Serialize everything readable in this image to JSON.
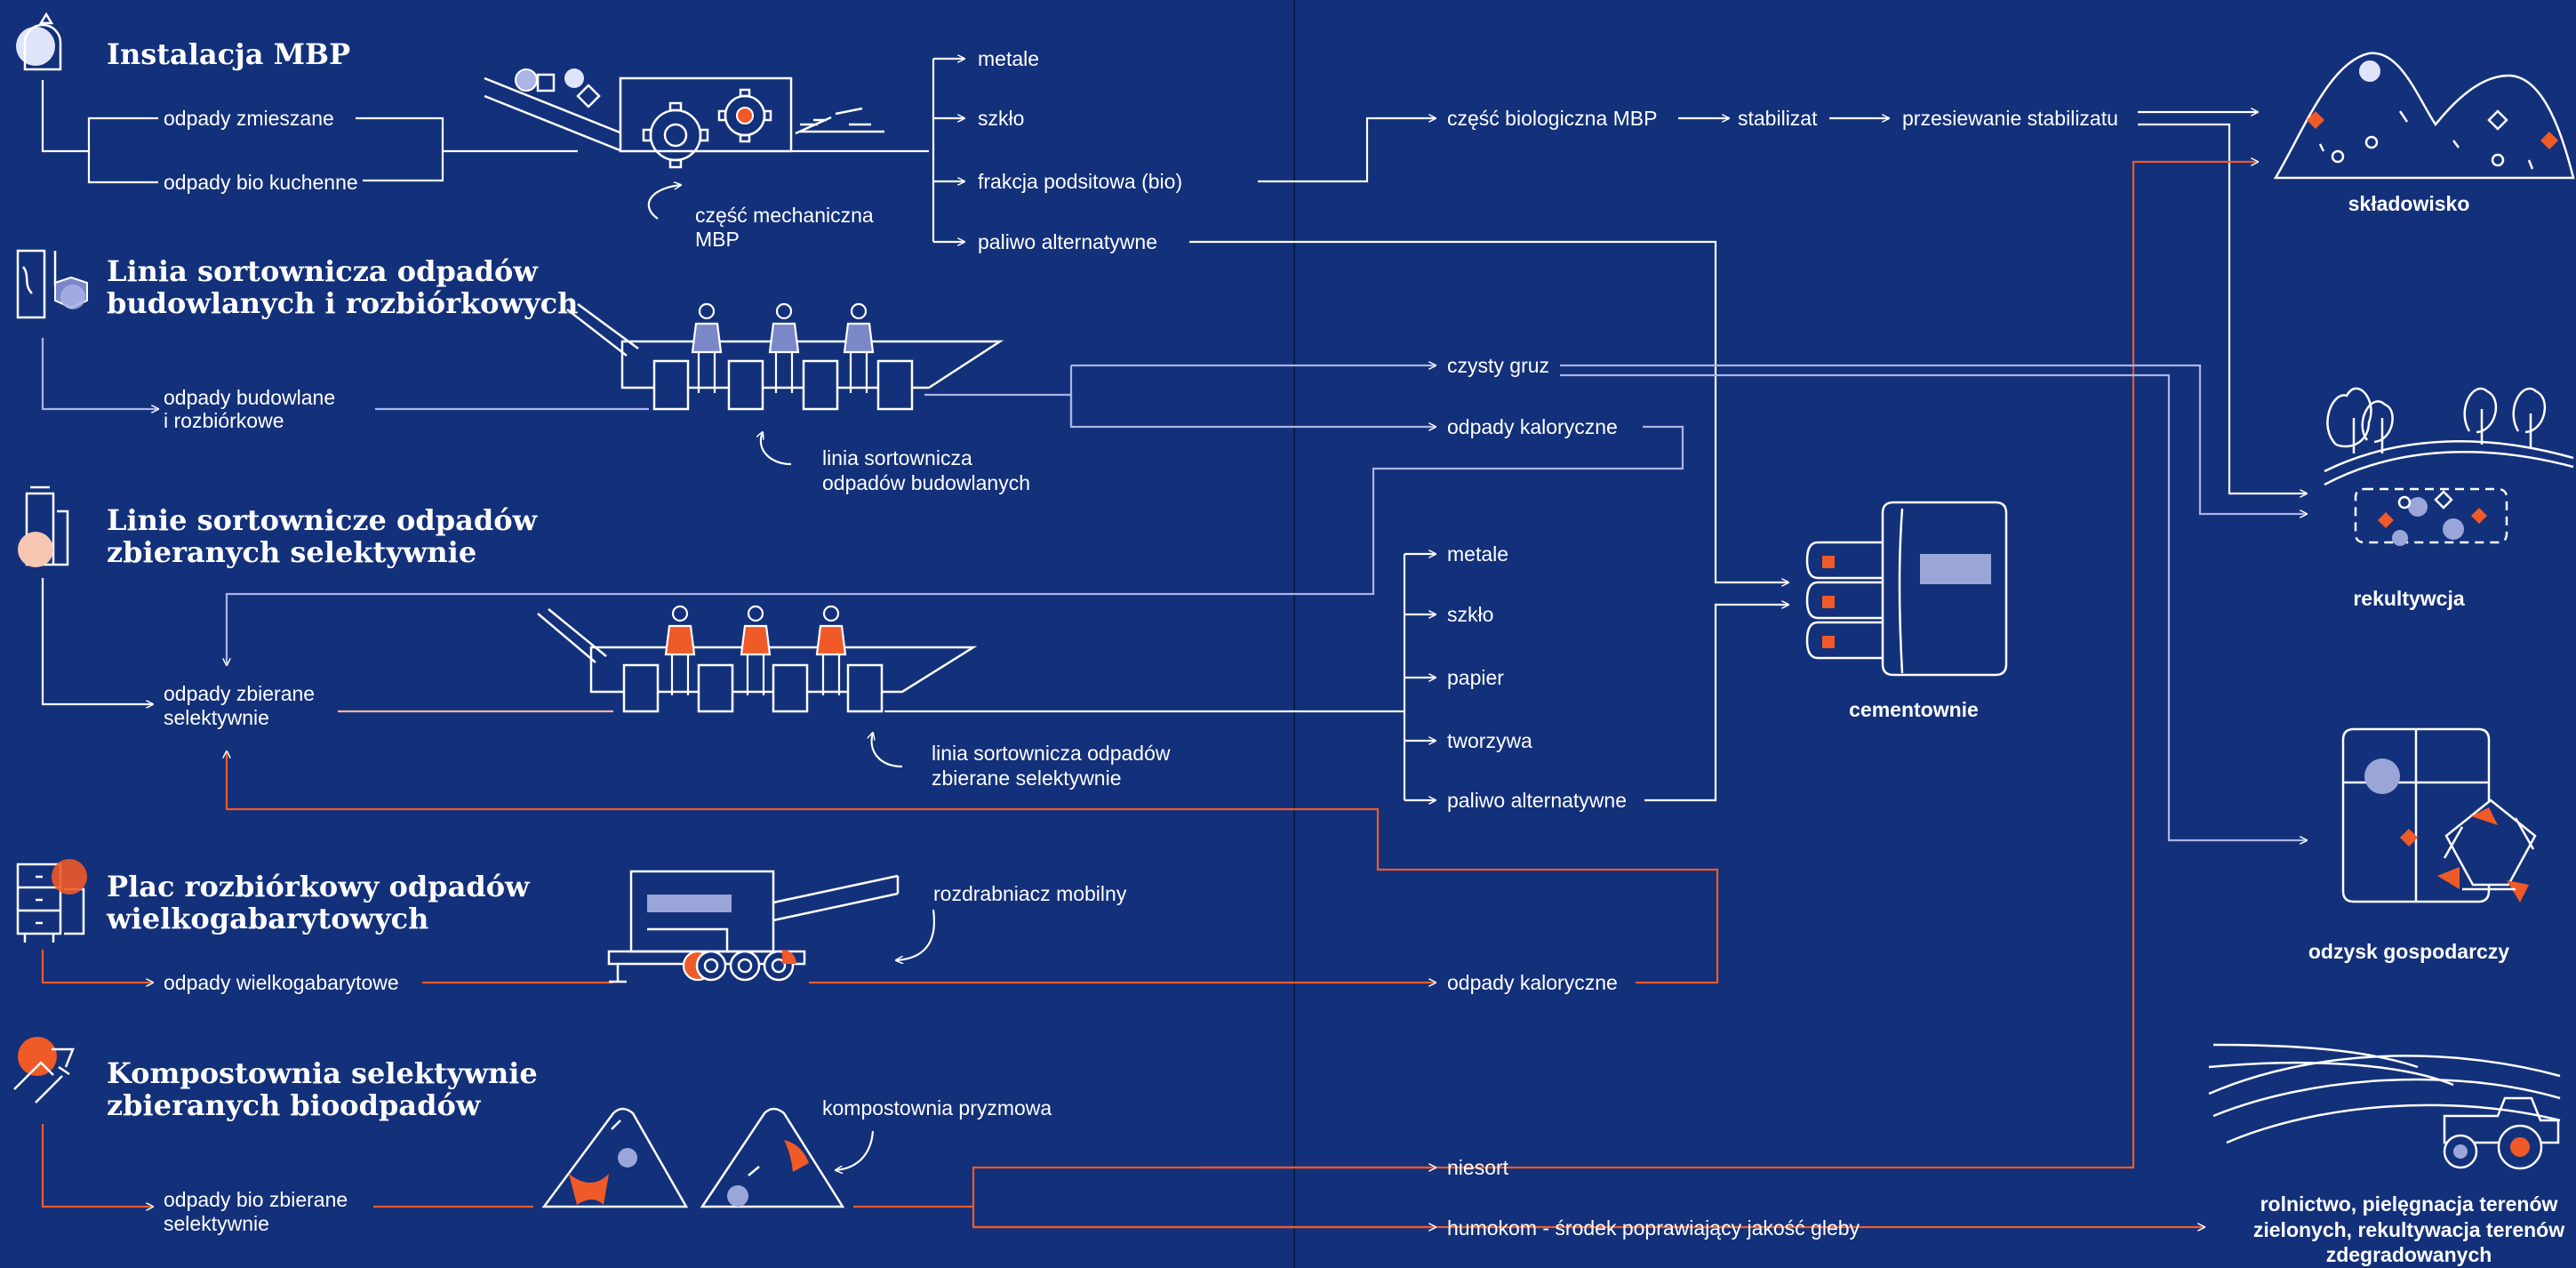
{
  "sections": {
    "mbp": {
      "title": "Instalacja MBP",
      "inputs": [
        "odpady zmieszane",
        "odpady bio kuchenne"
      ],
      "machine_label": [
        "część mechaniczna",
        "MBP"
      ],
      "outputs": [
        "metale",
        "szkło",
        "frakcja podsitowa (bio)",
        "paliwo alternatywne"
      ],
      "bio_chain": [
        "część biologiczna MBP",
        "stabilizat",
        "przesiewanie stabilizatu"
      ]
    },
    "construction": {
      "title": [
        "Linia sortownicza odpadów",
        "budowlanych i rozbiórkowych"
      ],
      "input": [
        "odpady budowlane",
        "i rozbiórkowe"
      ],
      "machine_label": [
        "linia sortownicza",
        "odpadów budowlanych"
      ],
      "outputs": [
        "czysty gruz",
        "odpady kaloryczne"
      ]
    },
    "selective": {
      "title": [
        "Linie sortownicze odpadów",
        "zbieranych selektywnie"
      ],
      "input": [
        "odpady zbierane",
        "selektywnie"
      ],
      "machine_label": [
        "linia sortownicza odpadów",
        "zbierane selektywnie"
      ],
      "outputs": [
        "metale",
        "szkło",
        "papier",
        "tworzywa",
        "paliwo alternatywne"
      ]
    },
    "bulky": {
      "title": [
        "Plac rozbiórkowy odpadów",
        "wielkogabarytowych"
      ],
      "input": "odpady wielkogabarytowe",
      "machine_label": "rozdrabniacz mobilny",
      "output": "odpady kaloryczne"
    },
    "compost": {
      "title": [
        "Kompostownia selektywnie",
        "zbieranych bioodpadów"
      ],
      "input": [
        "odpady bio zbierane",
        "selektywnie"
      ],
      "machine_label": "kompostownia pryzmowa",
      "outputs": [
        "niesort",
        "humokom - środek poprawiający jakość gleby"
      ]
    }
  },
  "destinations": {
    "landfill": "składowisko",
    "reclamation": "rekultywcja",
    "cement": "cementownie",
    "economic": "odzysk gospodarczy",
    "agriculture": [
      "rolnictwo, pielęgnacja terenów",
      "zielonych, rekultywacja terenów",
      "zdegradowanych"
    ]
  },
  "colors": {
    "background": "#13307a",
    "line": "#ffffff",
    "accent": "#f05a28",
    "lilac": "#9aa6d8",
    "salmon": "#f4b5a0"
  },
  "icons": [
    "waste-plant-icon",
    "construction-waste-icon",
    "bottle-sorting-icon",
    "furniture-icon",
    "compost-icon",
    "landfill-icon",
    "reclamation-icon",
    "cement-bags-icon",
    "recycling-bags-icon",
    "tractor-field-icon"
  ]
}
